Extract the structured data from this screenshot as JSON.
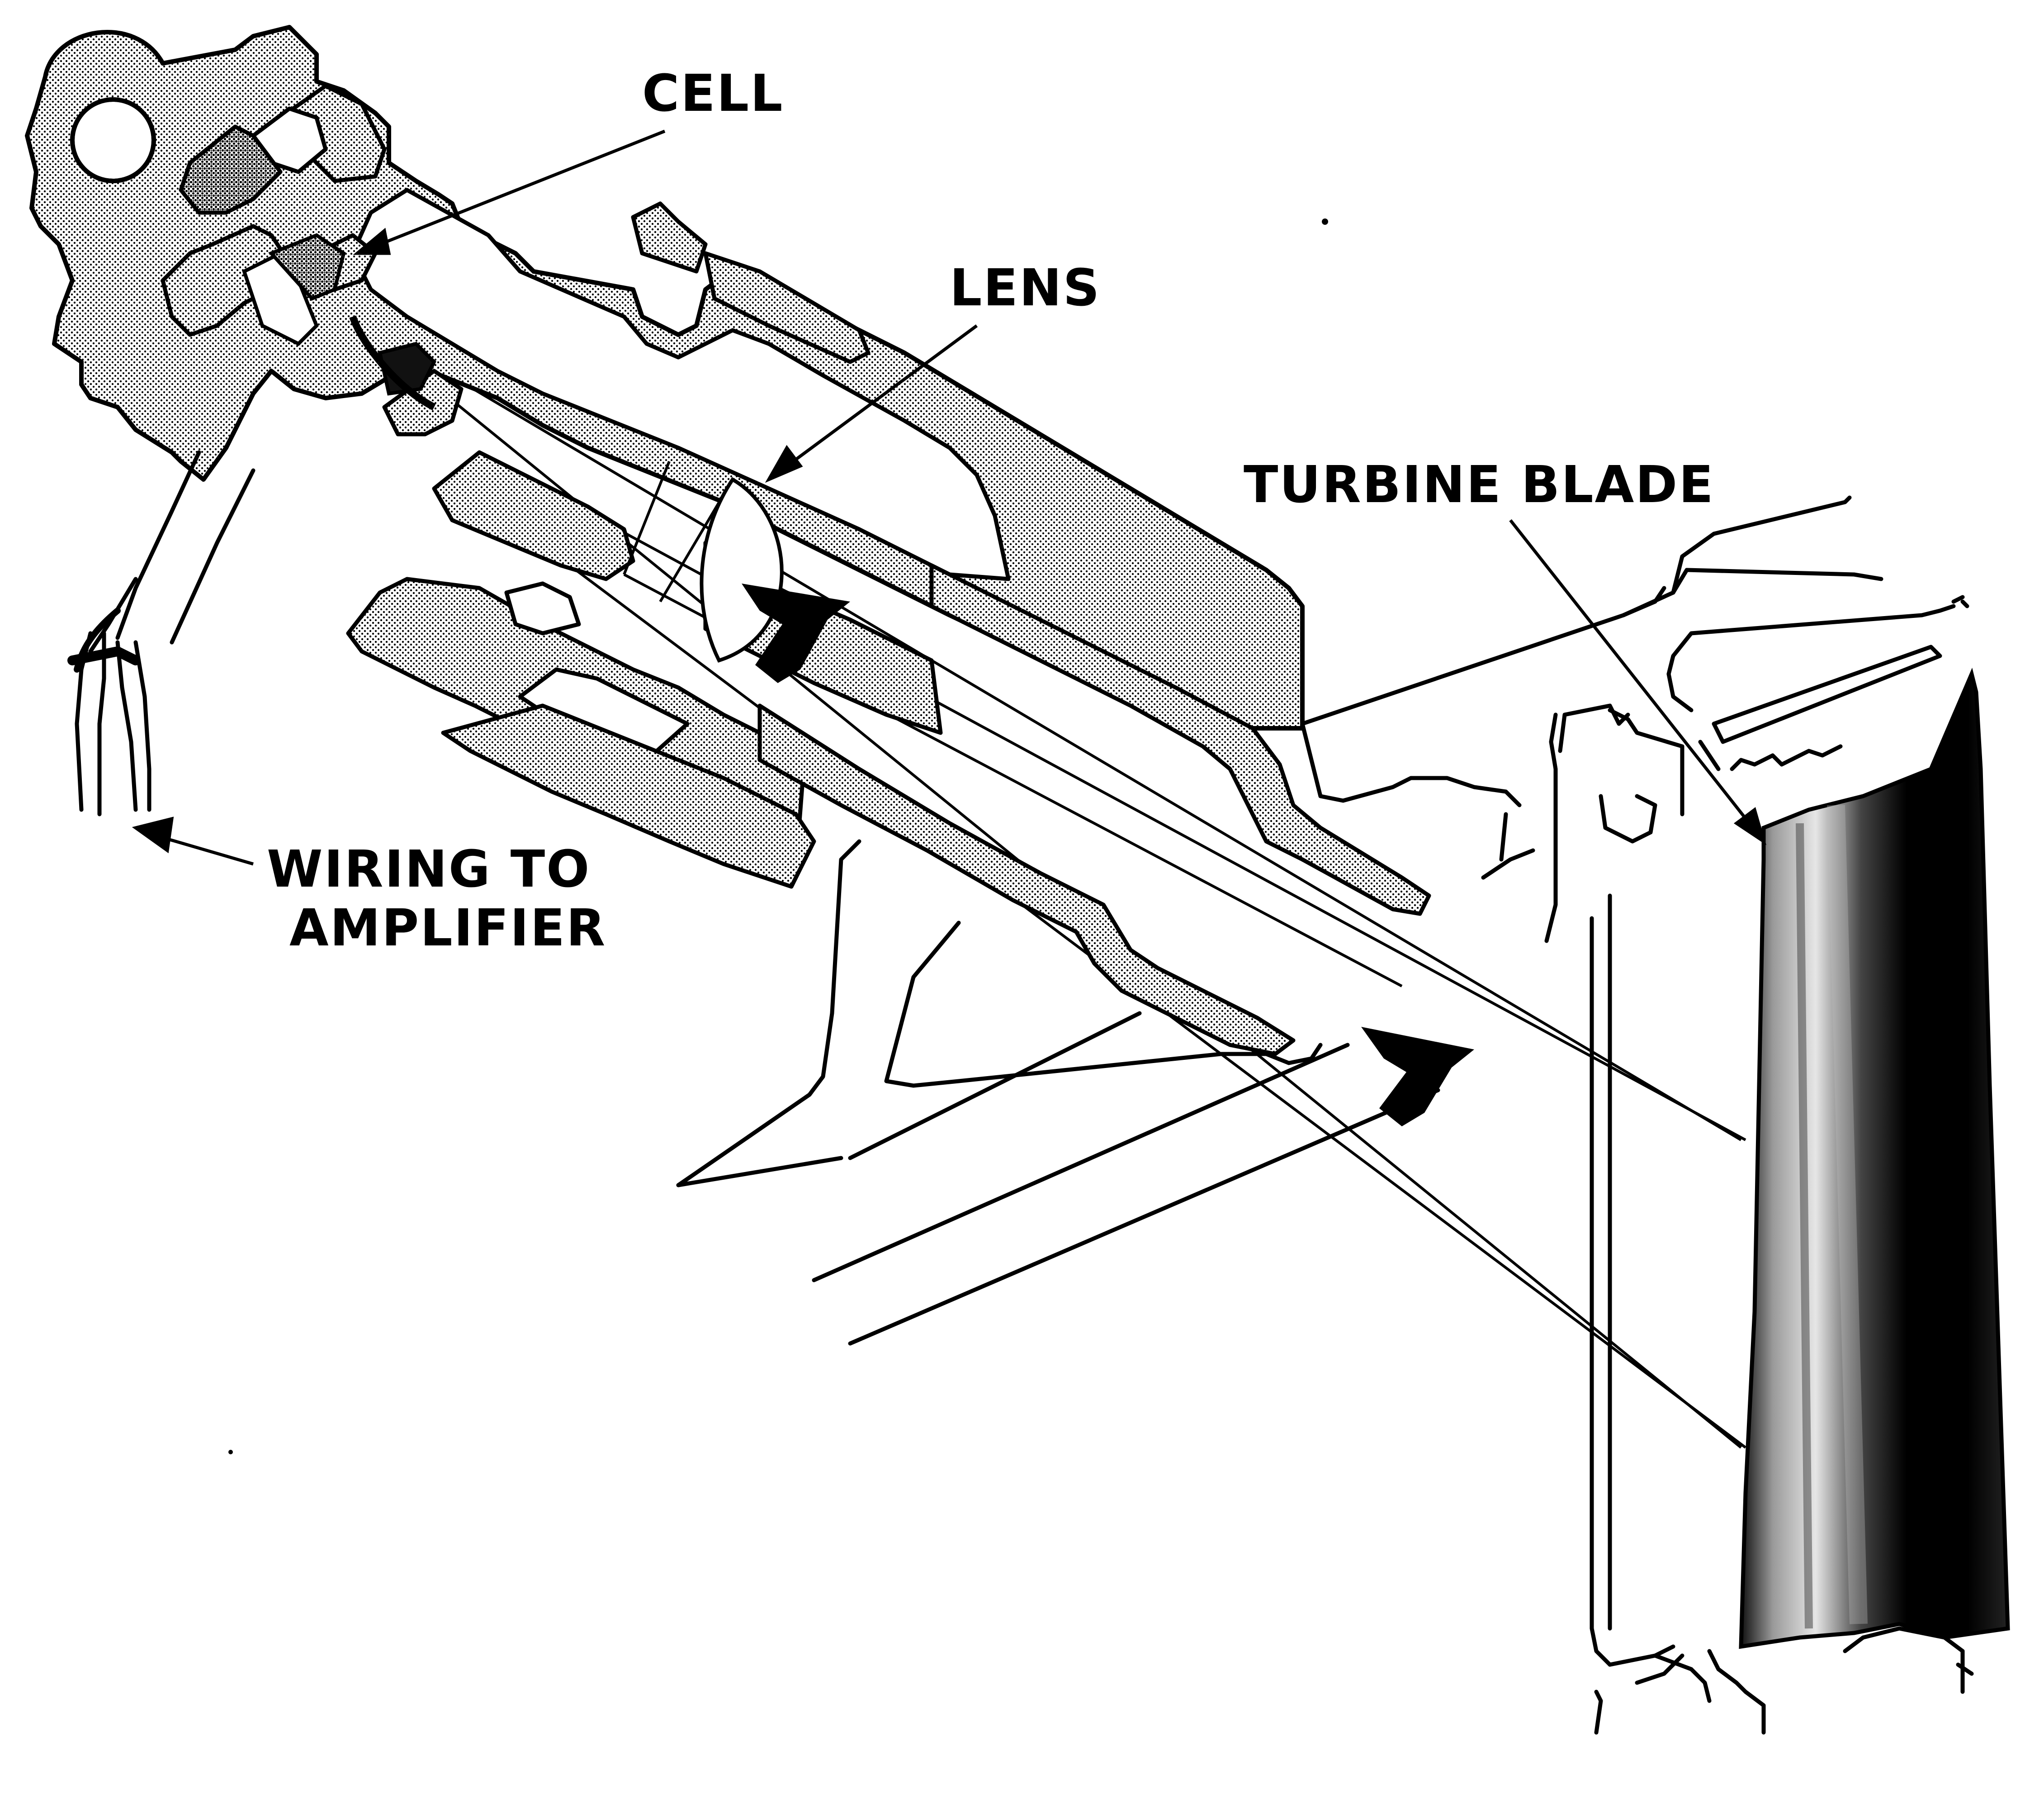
{
  "labels": {
    "cell": "CELL",
    "lens": "LENS",
    "turbine_blade": "TURBINE BLADE",
    "wiring_line1": "WIRING TO",
    "wiring_line2": "AMPLIFIER"
  },
  "colors": {
    "ink": "#000000",
    "paper": "#ffffff",
    "stipple": "#9a9a9a"
  },
  "icons": {
    "light_direction": "arrow-icon"
  }
}
